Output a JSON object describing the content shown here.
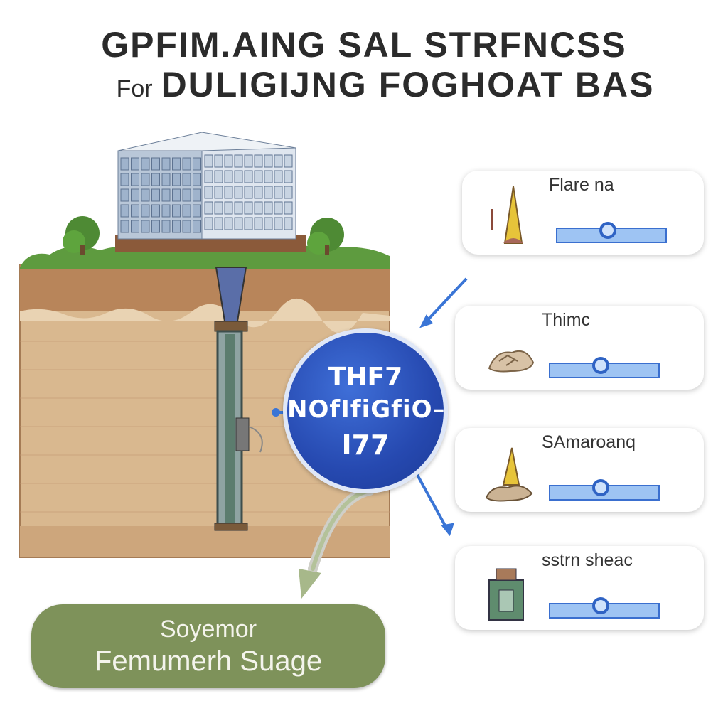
{
  "title": {
    "line1": "GPFIM.AING SAL STRFNCSS",
    "line2_prefix": "For",
    "line2": "DULIGIJNG FOGHOAT BAS"
  },
  "badge": {
    "line1": "THF7",
    "line2": "NOfIfiGfiO–",
    "line3": "I77"
  },
  "cards": [
    {
      "label": "Flare na",
      "icon": "flare-stack-icon"
    },
    {
      "label": "Thimc",
      "icon": "debris-pile-icon"
    },
    {
      "label": "SAmaroanq",
      "icon": "flare-rubble-icon"
    },
    {
      "label": "sstrn sheac",
      "icon": "storage-tank-icon"
    }
  ],
  "pill": {
    "line1": "Soyemor",
    "line2": "Femumerh Suage"
  },
  "colors": {
    "badge": "#2649b0",
    "pill": "#7e925a",
    "soil": "#d7b48c",
    "grass": "#5e9b3f",
    "arrow": "#3a75d6"
  }
}
